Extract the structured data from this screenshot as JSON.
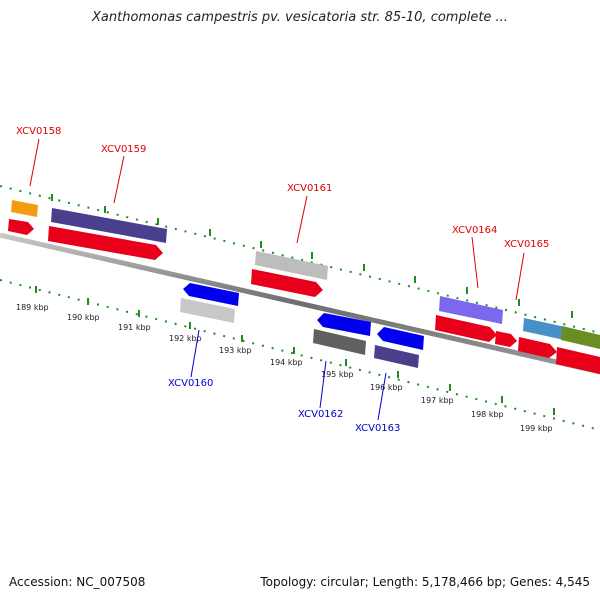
{
  "header": {
    "title": "Xanthomonas campestris pv. vesicatoria str. 85-10, complete ..."
  },
  "footer": {
    "accession_text": "Accession: NC_007508",
    "topology_text": "Topology: circular; Length: 5,178,466 bp; Genes: 4,545"
  },
  "colors": {
    "backbone": "#7a7a7a",
    "tick_green": "#228b22",
    "label_forward": "#e00000",
    "label_reverse": "#0000cc"
  },
  "scale": {
    "kbp_labels": [
      "189 kbp",
      "190 kbp",
      "191 kbp",
      "192 kbp",
      "193 kbp",
      "194 kbp",
      "195 kbp",
      "196 kbp",
      "197 kbp",
      "198 kbp",
      "199 kbp"
    ]
  },
  "genes": [
    {
      "label": "XCV0158",
      "strand": "forward"
    },
    {
      "label": "XCV0159",
      "strand": "forward"
    },
    {
      "label": "XCV0161",
      "strand": "forward"
    },
    {
      "label": "XCV0164",
      "strand": "forward"
    },
    {
      "label": "XCV0165",
      "strand": "forward"
    },
    {
      "label": "XCV0160",
      "strand": "reverse"
    },
    {
      "label": "XCV0162",
      "strand": "reverse"
    },
    {
      "label": "XCV0163",
      "strand": "reverse"
    }
  ]
}
